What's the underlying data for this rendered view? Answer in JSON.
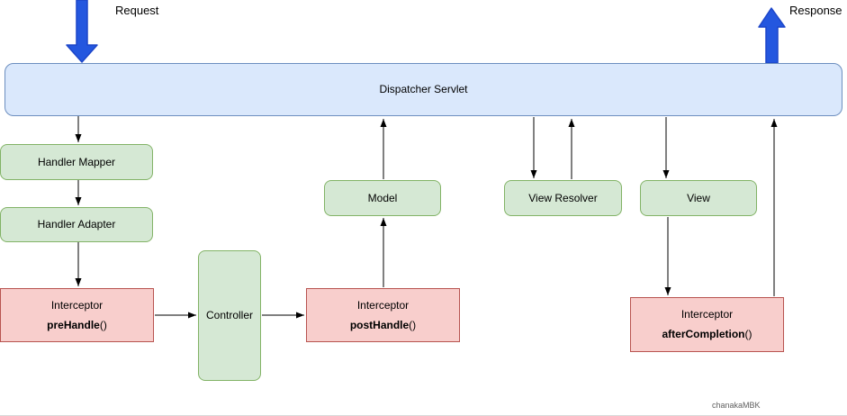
{
  "diagram": {
    "request_label": "Request",
    "response_label": "Response",
    "watermark": "chanakaMBK"
  },
  "nodes": {
    "dispatcher_servlet": {
      "label": "Dispatcher Servlet",
      "fill": "#dae8fc",
      "stroke": "#6c8ebf"
    },
    "handler_mapper": {
      "label": "Handler Mapper",
      "fill": "#d5e8d4",
      "stroke": "#82b366"
    },
    "handler_adapter": {
      "label": "Handler Adapter",
      "fill": "#d5e8d4",
      "stroke": "#82b366"
    },
    "interceptor_prehandle": {
      "title": "Interceptor",
      "method": "preHandle",
      "parens": "()",
      "fill": "#f8cecc",
      "stroke": "#b85450"
    },
    "controller": {
      "label": "Controller",
      "fill": "#d5e8d4",
      "stroke": "#82b366"
    },
    "interceptor_posthandle": {
      "title": "Interceptor",
      "method": "postHandle",
      "parens": "()",
      "fill": "#f8cecc",
      "stroke": "#b85450"
    },
    "model": {
      "label": "Model",
      "fill": "#d5e8d4",
      "stroke": "#82b366"
    },
    "view_resolver": {
      "label": "View Resolver",
      "fill": "#d5e8d4",
      "stroke": "#82b366"
    },
    "view": {
      "label": "View",
      "fill": "#d5e8d4",
      "stroke": "#82b366"
    },
    "interceptor_aftercompletion": {
      "title": "Interceptor",
      "method": "afterCompletion",
      "parens": "()",
      "fill": "#f8cecc",
      "stroke": "#b85450"
    }
  },
  "edges": [
    {
      "from": "client",
      "to": "dispatcher_servlet",
      "label": "Request",
      "style": "thick-blue"
    },
    {
      "from": "dispatcher_servlet",
      "to": "client",
      "label": "Response",
      "style": "thick-blue"
    },
    {
      "from": "dispatcher_servlet",
      "to": "handler_mapper"
    },
    {
      "from": "handler_mapper",
      "to": "handler_adapter"
    },
    {
      "from": "handler_adapter",
      "to": "interceptor_prehandle"
    },
    {
      "from": "interceptor_prehandle",
      "to": "controller"
    },
    {
      "from": "controller",
      "to": "interceptor_posthandle"
    },
    {
      "from": "interceptor_posthandle",
      "to": "model"
    },
    {
      "from": "model",
      "to": "dispatcher_servlet"
    },
    {
      "from": "dispatcher_servlet",
      "to": "view_resolver"
    },
    {
      "from": "view_resolver",
      "to": "dispatcher_servlet"
    },
    {
      "from": "dispatcher_servlet",
      "to": "view"
    },
    {
      "from": "view",
      "to": "interceptor_aftercompletion"
    },
    {
      "from": "interceptor_aftercompletion",
      "to": "dispatcher_servlet"
    }
  ],
  "colors": {
    "connector": "#000000",
    "flow_arrow_fill": "#2457df",
    "flow_arrow_stroke": "#1d46c9",
    "green_fill": "#d5e8d4",
    "green_stroke": "#82b366",
    "pink_fill": "#f8cecc",
    "pink_stroke": "#b85450",
    "blue_fill": "#dae8fc",
    "blue_stroke": "#6c8ebf"
  }
}
